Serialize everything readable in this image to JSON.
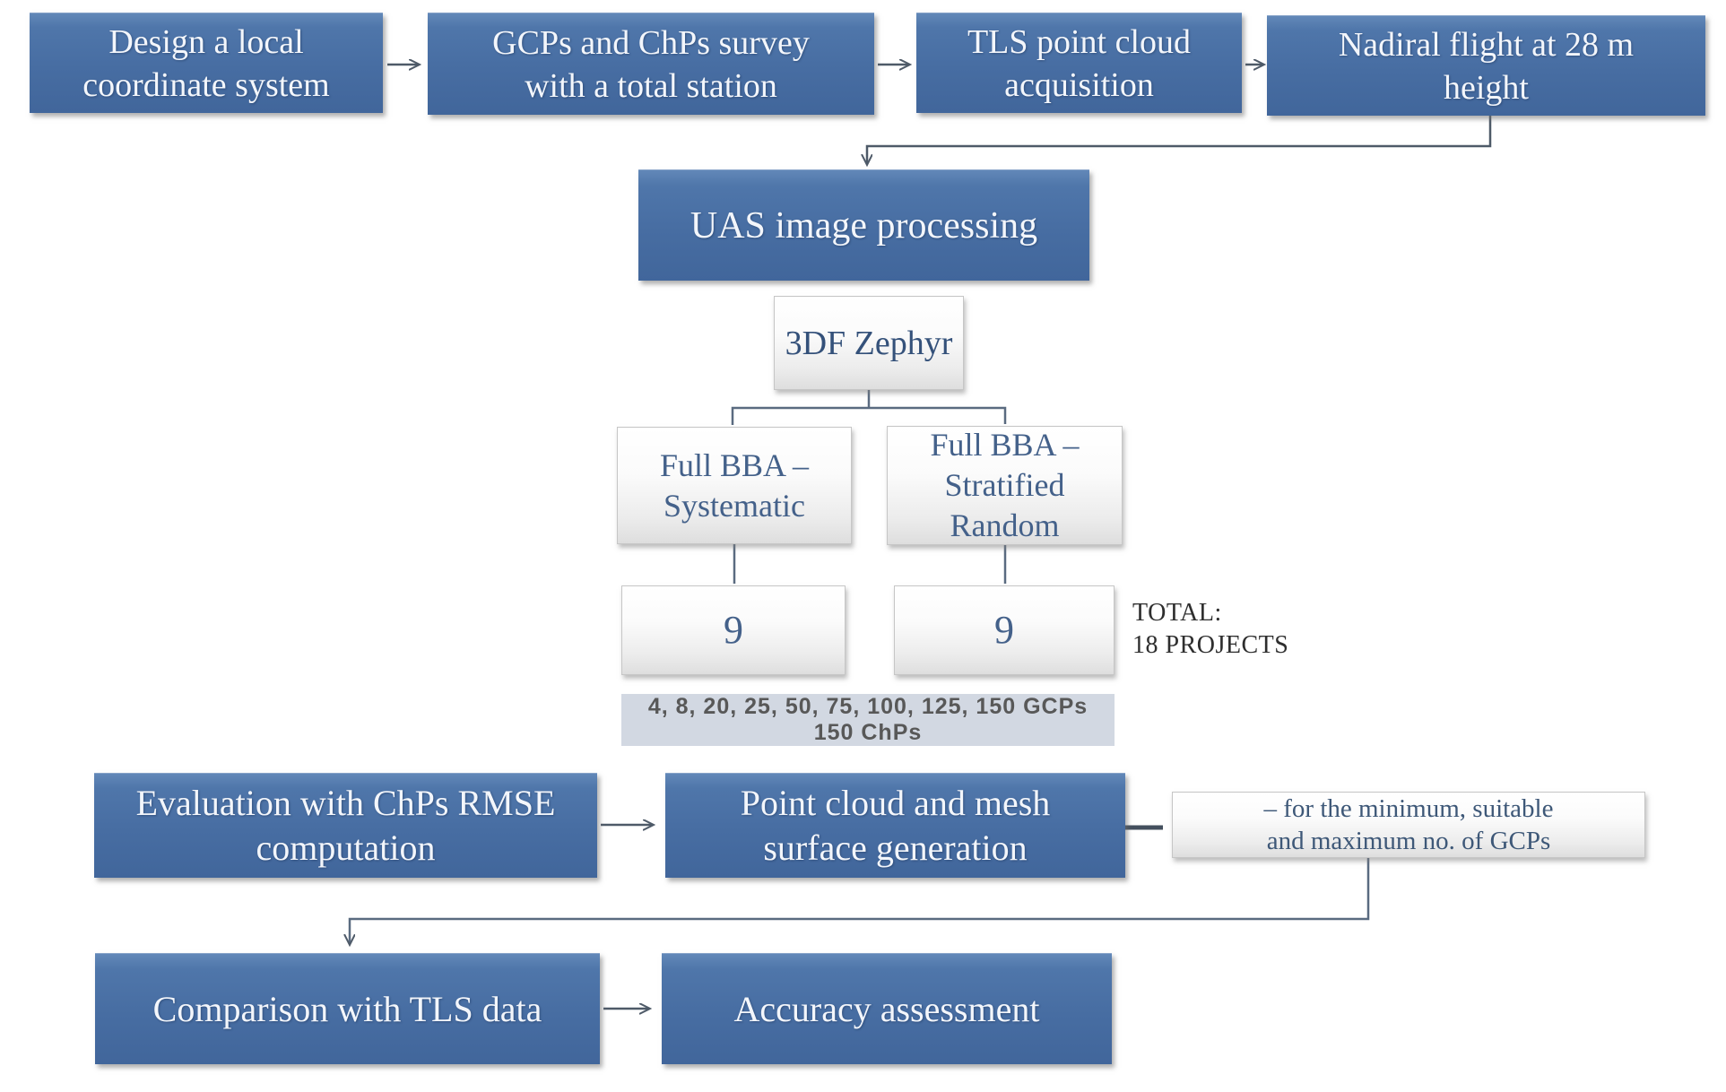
{
  "diagram_title": "UAS photogrammetry GCP workflow flowchart",
  "nodes": {
    "design": {
      "lines": [
        "Design a local",
        "coordinate system"
      ]
    },
    "gcps_survey": {
      "lines": [
        "GCPs and ChPs survey",
        "with a total station"
      ]
    },
    "tls": {
      "lines": [
        "TLS point cloud",
        "acquisition"
      ]
    },
    "nadiral": {
      "lines": [
        "Nadiral flight at 28 m",
        "height"
      ]
    },
    "uas": {
      "lines": [
        "UAS image processing"
      ]
    },
    "zephyr": {
      "lines": [
        "3DF Zephyr"
      ]
    },
    "bba_systematic": {
      "lines": [
        "Full BBA –",
        "Systematic"
      ]
    },
    "bba_stratified": {
      "lines": [
        "Full BBA –",
        "Stratified",
        "Random"
      ]
    },
    "count_systematic": {
      "lines": [
        "9"
      ]
    },
    "count_stratified": {
      "lines": [
        "9"
      ]
    },
    "total_note": {
      "lines": [
        "TOTAL:",
        "18 PROJECTS"
      ]
    },
    "gcp_list": {
      "lines": [
        "4, 8, 20, 25, 50, 75, 100, 125, 150 GCPs",
        "150 ChPs"
      ]
    },
    "evaluation": {
      "lines": [
        "Evaluation with ChPs RMSE",
        "computation"
      ]
    },
    "pointcloud": {
      "lines": [
        "Point cloud and mesh",
        "surface generation"
      ]
    },
    "gcp_note": {
      "lines": [
        "– for the minimum, suitable",
        "and maximum no. of GCPs"
      ]
    },
    "comparison": {
      "lines": [
        "Comparison with TLS data"
      ]
    },
    "accuracy": {
      "lines": [
        "Accuracy assessment"
      ]
    }
  },
  "colors": {
    "box_blue_top": "#6288b8",
    "box_blue_bottom": "#41669b",
    "box_text_white": "#f3f6fb",
    "white_box_bg": "#ffffff",
    "white_box_text": "#3c5a7e",
    "connector_line": "#4e5a68",
    "tree_line": "#5a6b80",
    "gcp_box_bg": "#d2d8e2",
    "gcp_box_text": "#585858",
    "total_text": "#2e2e2e"
  }
}
